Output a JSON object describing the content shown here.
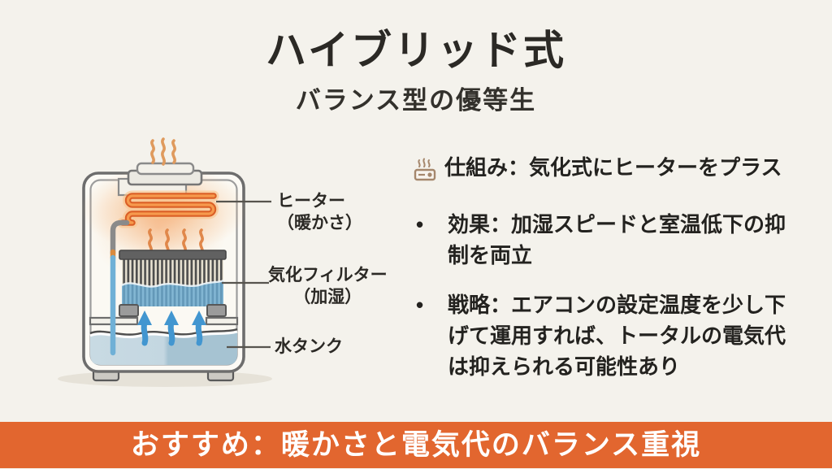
{
  "header": {
    "title": "ハイブリッド式",
    "subtitle": "バランス型の優等生"
  },
  "diagram": {
    "device": "hybrid-humidifier-cutaway",
    "labels": [
      {
        "part": "heater",
        "lines": [
          "ヒーター",
          "（暖かさ）"
        ]
      },
      {
        "part": "vaporizing-filter",
        "lines": [
          "気化フィルター",
          "（加湿）"
        ]
      },
      {
        "part": "water-tank",
        "lines": [
          "水タンク"
        ]
      }
    ]
  },
  "right": {
    "items": [
      {
        "marker_icon": "heater-icon",
        "lines": [
          "仕組み：気化式にヒーターをプラス"
        ]
      },
      {
        "marker": "•",
        "lines": [
          "効果：加湿スピードと室温低下の抑",
          "制を両立"
        ]
      },
      {
        "marker": "•",
        "lines": [
          "戦略：エアコンの設定温度を少し下",
          "げて運用すれば、トータルの電気代",
          "は抑えられる可能性あり"
        ]
      }
    ]
  },
  "banner": {
    "text": "おすすめ：暖かさと電気代のバランス重視"
  },
  "palette": {
    "background": "#f4f2ec",
    "text": "#2b2925",
    "banner_bg": "#e2662f",
    "banner_text": "#ffffff",
    "heater_orange": "#db5f26",
    "steam_orange": "#e0954f",
    "water_blue": "#a9c6d4",
    "arrow_blue": "#4296d0",
    "outline_gray": "#6d6d6d"
  }
}
